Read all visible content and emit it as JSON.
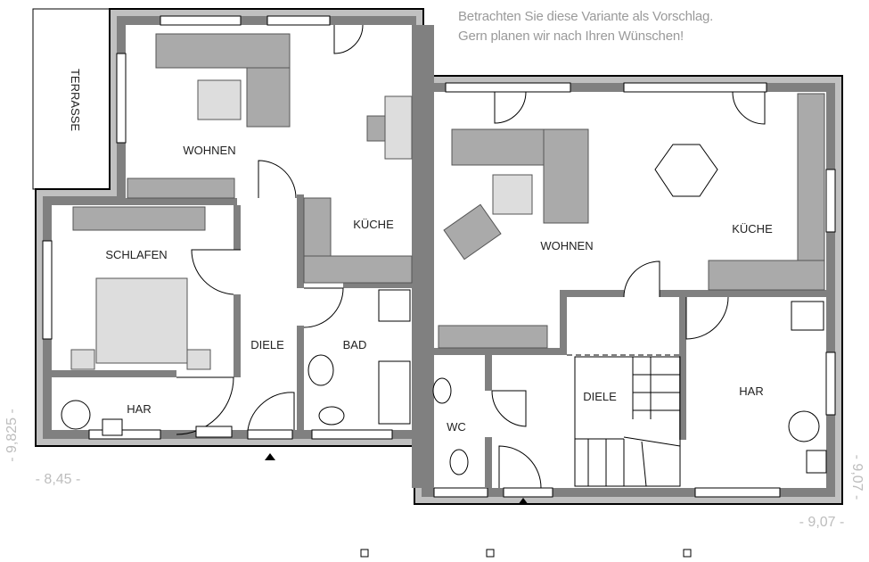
{
  "note": {
    "line1": "Betrachten Sie diese Variante als Vorschlag.",
    "line2": "Gern planen wir nach Ihren Wünschen!"
  },
  "rooms": {
    "terrasse": "TERRASSE",
    "left_wohnen": "WOHNEN",
    "left_kueche": "KÜCHE",
    "schlafen": "SCHLAFEN",
    "left_diele": "DIELE",
    "bad": "BAD",
    "left_har": "HAR",
    "right_wohnen": "WOHNEN",
    "right_kueche": "KÜCHE",
    "wc": "WC",
    "right_diele": "DIELE",
    "right_har": "HAR"
  },
  "dimensions": {
    "left_height": "- 9,825 -",
    "left_width": "- 8,45 -",
    "right_width": "- 9,07 -",
    "right_height": "- 9,07 -"
  },
  "colors": {
    "outer_wall": "#c0c0c0",
    "inner_wall": "#808080",
    "furniture": "#aaaaaa",
    "note_text": "#9a9a9a"
  }
}
